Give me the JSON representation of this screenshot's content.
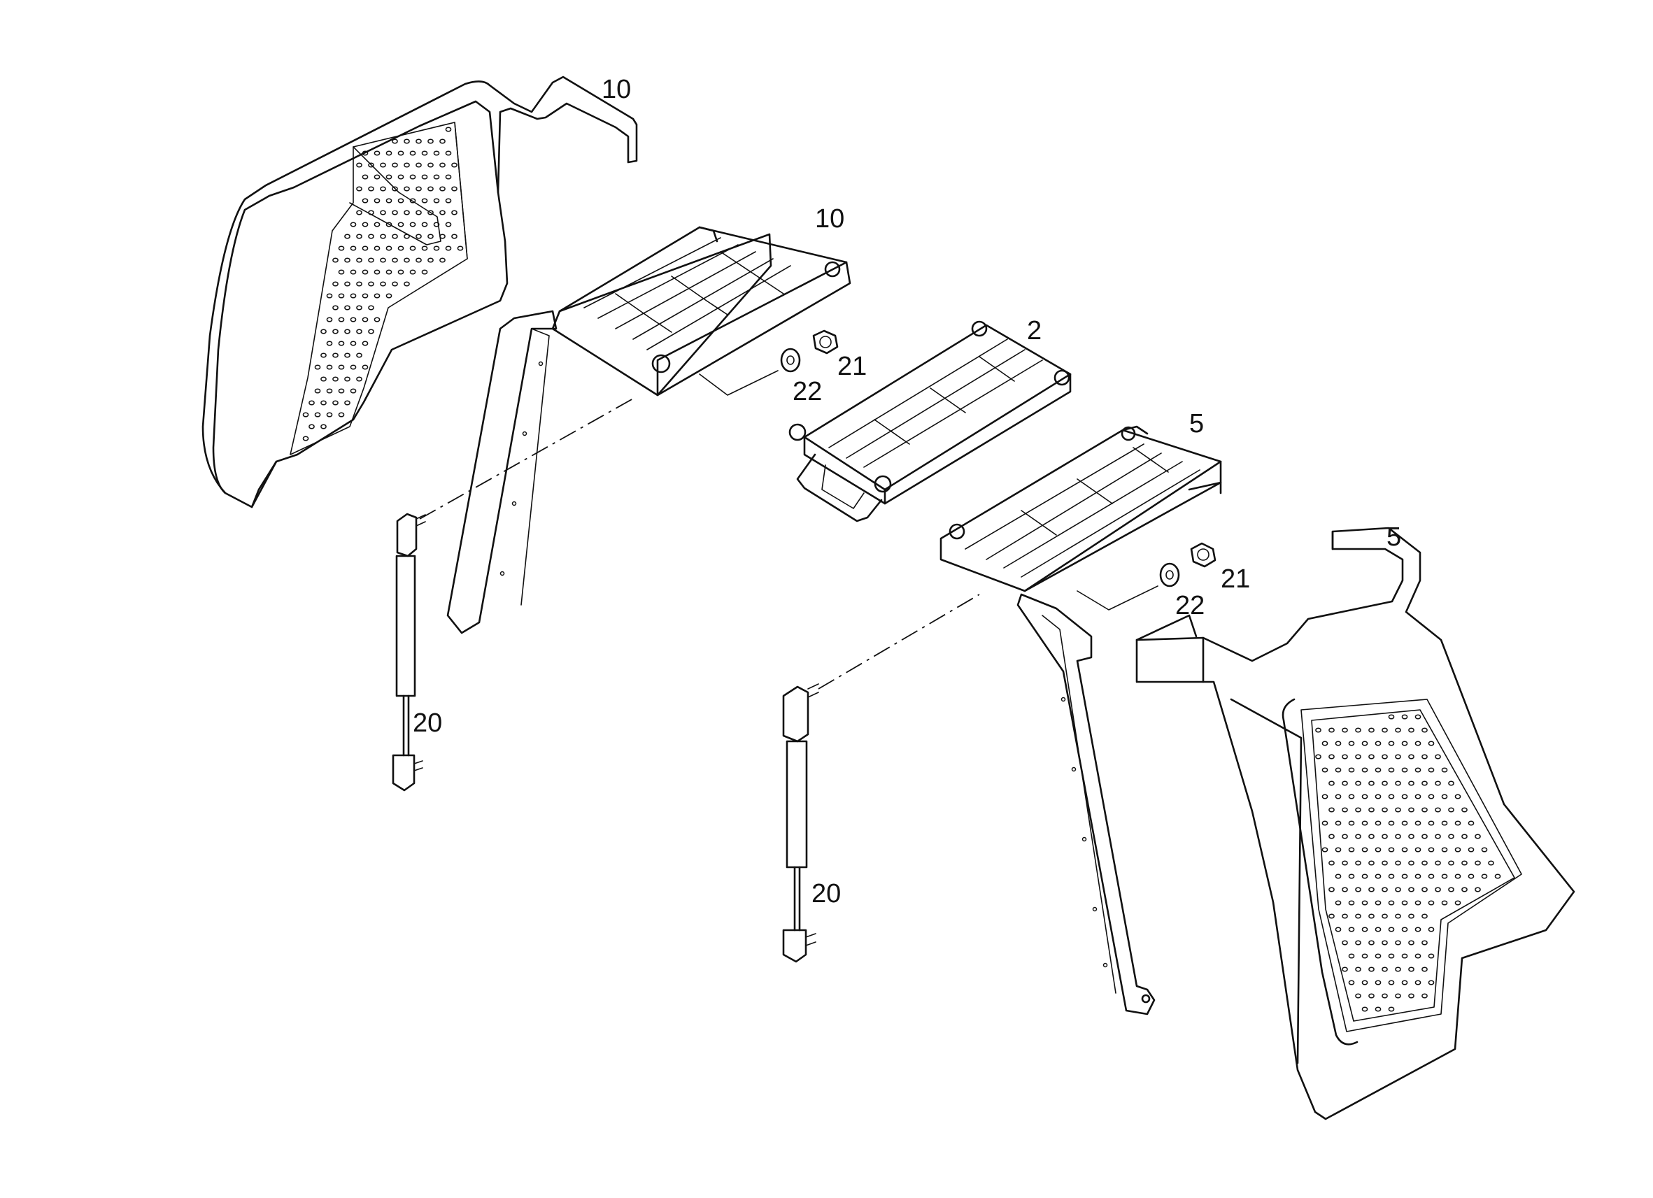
{
  "callouts": {
    "fender_left": "10",
    "step_left": "10",
    "step_middle": "2",
    "step_right": "5",
    "fender_right": "5",
    "nut_left": "21",
    "washer_left": "22",
    "nut_right": "21",
    "washer_right": "22",
    "strut_left": "20",
    "strut_right": "20"
  }
}
